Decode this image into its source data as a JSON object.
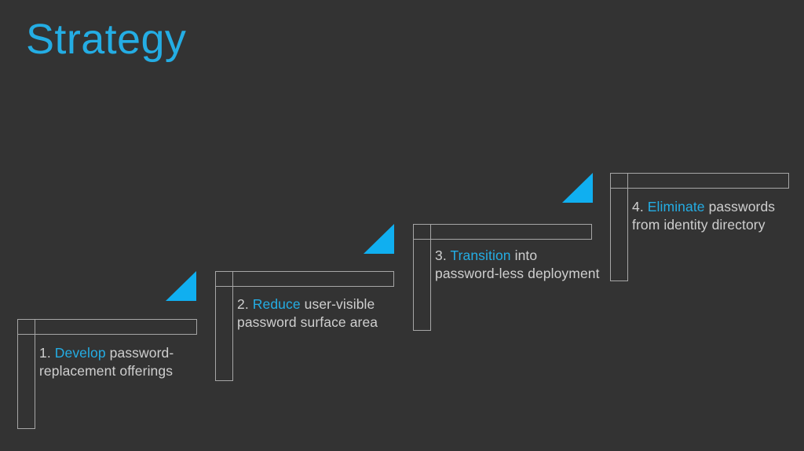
{
  "slide": {
    "title": "Strategy",
    "background_color": "#333333",
    "accent_color": "#24ade4",
    "text_color": "#cfcfcf",
    "outline_color": "#a6a6a6"
  },
  "steps": [
    {
      "number": "1.",
      "keyword": "Develop",
      "rest": " password-replacement offerings",
      "full_text": "1. Develop password-replacement offerings"
    },
    {
      "number": "2.",
      "keyword": "Reduce",
      "rest": " user-visible password surface area",
      "full_text": "2. Reduce user-visible password surface area"
    },
    {
      "number": "3.",
      "keyword": "Transition",
      "rest": " into password-less deployment",
      "full_text": "3. Transition into password-less deployment"
    },
    {
      "number": "4.",
      "keyword": "Eliminate",
      "rest": " passwords from identity directory",
      "full_text": "4. Eliminate passwords from identity directory"
    }
  ]
}
